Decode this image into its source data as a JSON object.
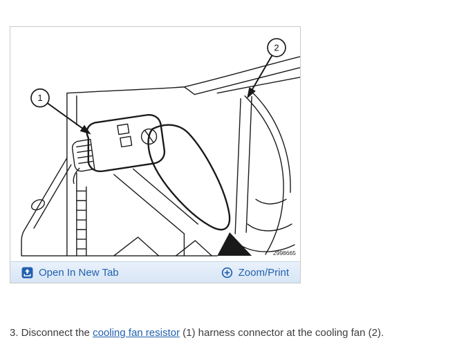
{
  "figure": {
    "callouts": {
      "one": "1",
      "two": "2"
    },
    "figure_number": "2998665"
  },
  "toolbar": {
    "open_in_new_tab": "Open In New Tab",
    "zoom_print": "Zoom/Print"
  },
  "instruction": {
    "prefix": "3. Disconnect the ",
    "link_text": "cooling fan resistor",
    "suffix": " (1) harness connector at the cooling fan (2)."
  },
  "colors": {
    "link": "#2160ae",
    "toolbar_bg_top": "#e9f1fb",
    "toolbar_bg_bottom": "#d7e5f5",
    "toolbar_border": "#c2d4e8",
    "panel_border": "#c9c9c9",
    "diagram_line": "#1a1a1a"
  }
}
